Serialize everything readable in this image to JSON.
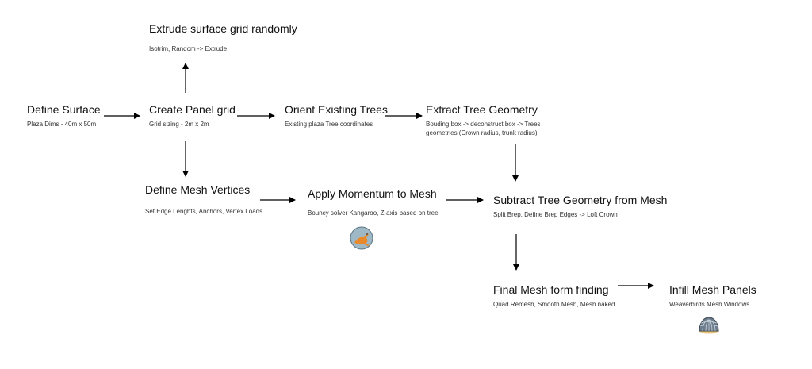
{
  "nodes": {
    "extrude": {
      "title": "Extrude surface grid randomly",
      "sub": "Isotrim, Random -> Extrude"
    },
    "define_surface": {
      "title": "Define Surface",
      "sub": "Plaza Dims - 40m x 50m"
    },
    "create_panel": {
      "title": "Create Panel grid",
      "sub": "Grid sizing - 2m x 2m"
    },
    "orient_trees": {
      "title": "Orient Existing Trees",
      "sub": "Existing plaza Tree coordinates"
    },
    "extract_tree": {
      "title": "Extract Tree Geometry",
      "sub": "Bouding box -> deconstruct box  -> Trees geometries (Crown radius, trunk radius)"
    },
    "mesh_vertices": {
      "title": "Define Mesh Vertices",
      "sub": "Set Edge Lenghts, Anchors, Vertex Loads"
    },
    "momentum": {
      "title": "Apply Momentum to Mesh",
      "sub": "Bouncy solver Kangaroo, Z-axis based on tree"
    },
    "subtract": {
      "title": "Subtract Tree Geometry from Mesh",
      "sub": "Split Brep, Define Brep Edges -> Loft Crown"
    },
    "final_mesh": {
      "title": "Final Mesh form finding",
      "sub": "Quad Remesh, Smooth Mesh, Mesh naked"
    },
    "infill": {
      "title": "Infill Mesh Panels",
      "sub": "Weaverbirds Mesh Windows"
    }
  },
  "icons": {
    "kangaroo": "kangaroo-plugin-icon",
    "weaverbird": "weaverbird-plugin-icon"
  },
  "colors": {
    "text": "#111111",
    "subtext": "#333333",
    "arrow": "#000000",
    "kangaroo_bg": "#9fb8c6",
    "kangaroo_fg": "#e8892b",
    "weaverbird_fg": "#4a5a6a"
  }
}
